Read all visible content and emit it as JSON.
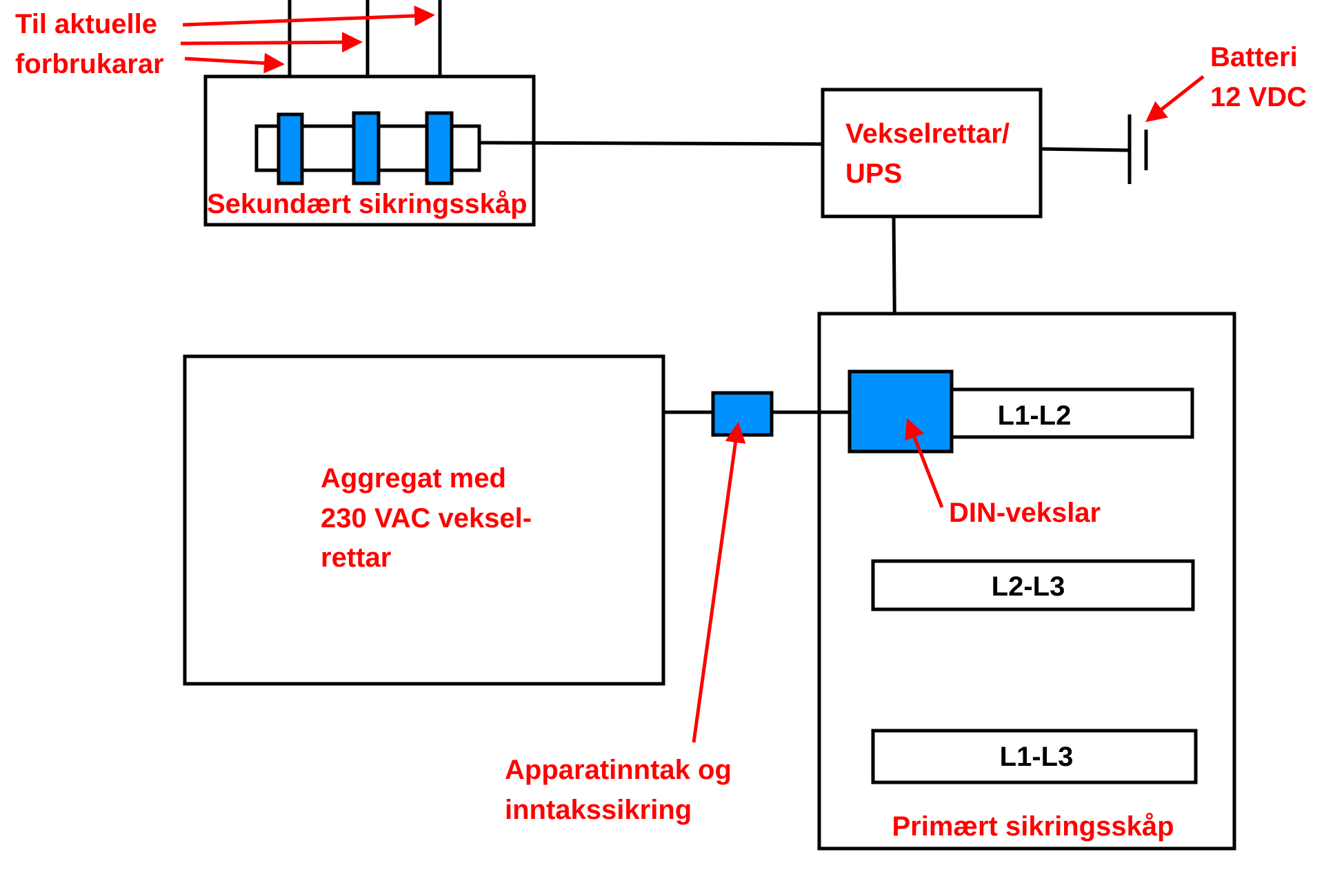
{
  "diagram": {
    "colors": {
      "label": "#ff0000",
      "component_fill": "#0091ff",
      "line": "#000000"
    },
    "labels": {
      "consumers_line1": "Til aktuelle",
      "consumers_line2": "forbrukarar",
      "secondary_panel": "Sekundært sikringsskåp",
      "ups_line1": "Vekselrettar/",
      "ups_line2": "UPS",
      "battery_line1": "Batteri",
      "battery_line2": "12 VDC",
      "generator_line1": "Aggregat med",
      "generator_line2": "230 VAC veksel-",
      "generator_line3": "rettar",
      "din_switch": "DIN-vekslar",
      "inlet_line1": "Apparatinntak og",
      "inlet_line2": "inntakssikring",
      "primary_panel": "Primært sikringsskåp"
    },
    "breaker_rows": [
      {
        "label": "L1-L2"
      },
      {
        "label": "L2-L3"
      },
      {
        "label": "L1-L3"
      }
    ],
    "secondary_breakers_count": 3
  }
}
